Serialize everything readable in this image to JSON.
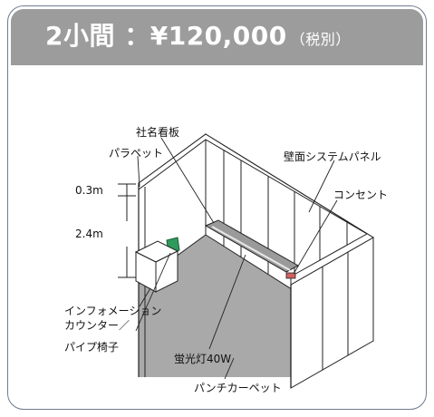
{
  "title": {
    "main": "2小間 ：¥120,000",
    "note": "（税別）"
  },
  "labels": {
    "signboard": "社名看板",
    "parapet": "パラペット",
    "wall_panel": "壁面システムパネル",
    "outlet": "コンセント",
    "height_top": "0.3m",
    "height_main": "2.4m",
    "info_counter_line1": "インフォメーション",
    "info_counter_line2": "カウンター／",
    "chair": "パイプ椅子",
    "lamp": "蛍光灯40W",
    "carpet": "パンチカーペット"
  },
  "colors": {
    "title_bg": "#9c9c9c",
    "card_border": "#6d7b8e",
    "carpet": "#a9a9a9",
    "chair": "#2e9b5c",
    "outlet": "#d06060"
  }
}
